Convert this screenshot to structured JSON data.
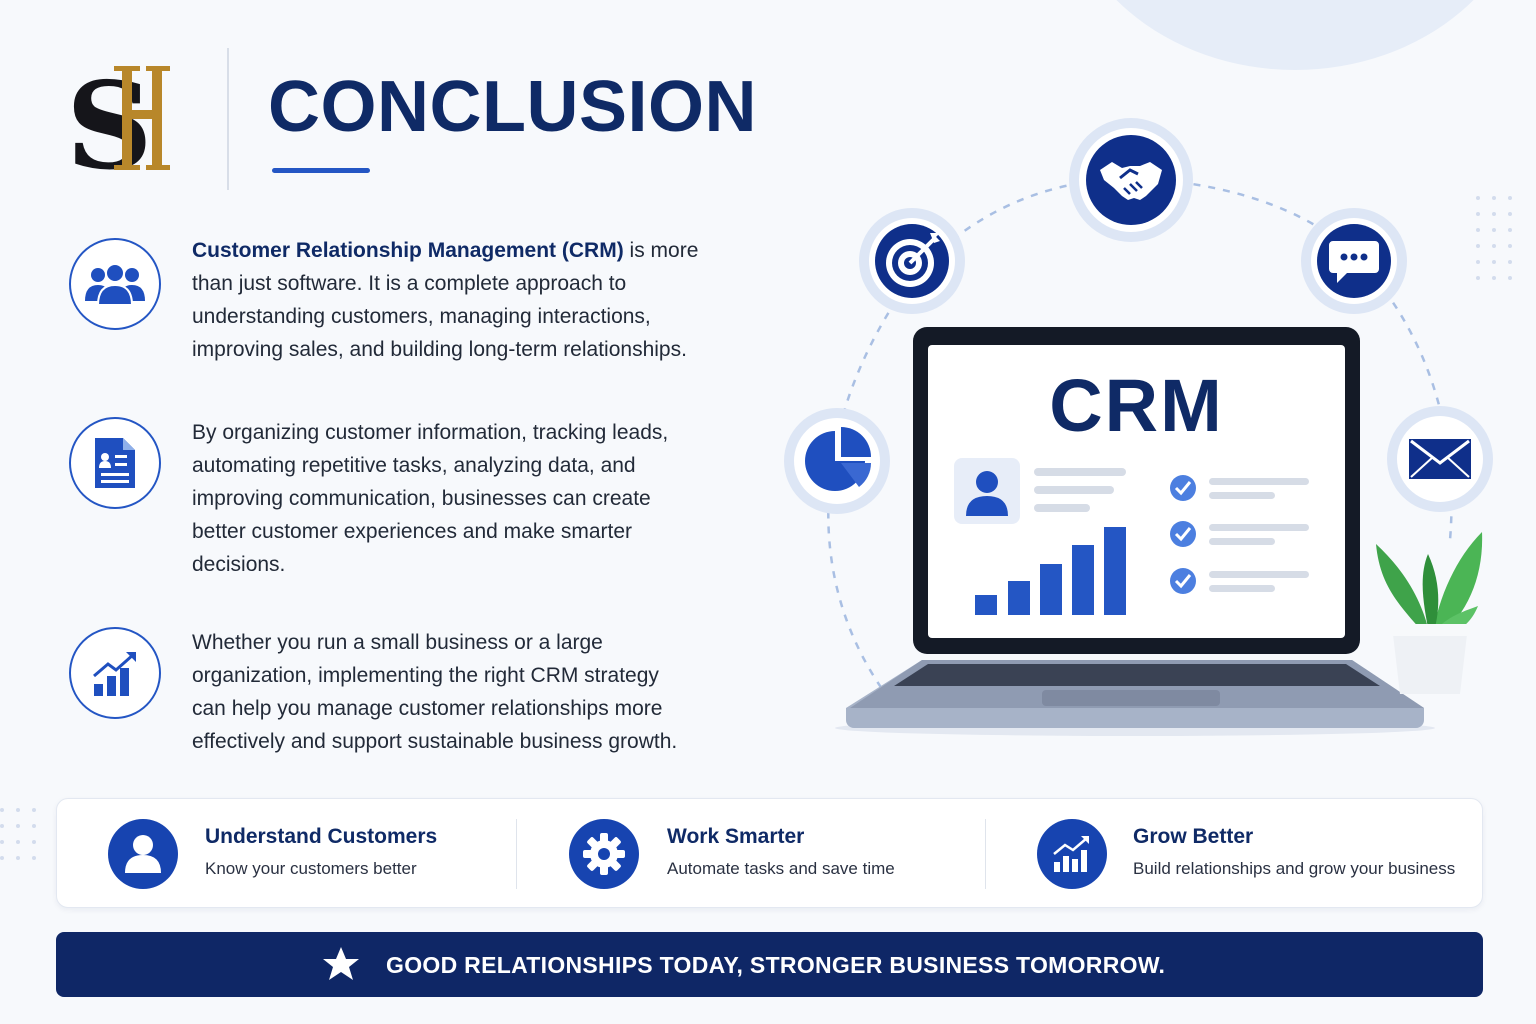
{
  "header": {
    "logo_text": "SH",
    "title": "CONCLUSION"
  },
  "paragraphs": [
    {
      "icon": "people-group-icon",
      "highlight": "Customer Relationship Management (CRM)",
      "text_line1_rest": " is more",
      "lines": [
        "than just software. It is a complete approach to",
        "understanding customers, managing interactions,",
        "improving sales, and building long-term relationships."
      ]
    },
    {
      "icon": "document-icon",
      "lines": [
        "By organizing customer information, tracking leads,",
        "automating repetitive tasks, analyzing data, and",
        "improving communication, businesses can create",
        "better customer experiences and make smarter",
        "decisions."
      ]
    },
    {
      "icon": "growth-chart-icon",
      "lines": [
        "Whether you run a small business or a large",
        "organization, implementing the right CRM strategy",
        "can help you manage customer relationships more",
        "effectively and support sustainable business growth."
      ]
    }
  ],
  "illustration": {
    "screen_title": "CRM",
    "orbit_icons": [
      "pie-chart-icon",
      "target-icon",
      "handshake-icon",
      "chat-icon",
      "mail-icon"
    ],
    "screen_widgets": [
      "user-card-icon",
      "bar-chart",
      "checklist"
    ],
    "decoration": "plant-icon"
  },
  "features": [
    {
      "icon": "user-icon",
      "title": "Understand Customers",
      "subtitle": "Know your customers better"
    },
    {
      "icon": "gear-icon",
      "title": "Work Smarter",
      "subtitle": "Automate tasks and save time"
    },
    {
      "icon": "growth-chart-icon",
      "title": "Grow Better",
      "subtitle": "Build relationships and grow your business"
    }
  ],
  "banner": {
    "icon": "star-icon",
    "text": "GOOD RELATIONSHIPS TODAY, STRONGER BUSINESS TOMORROW."
  },
  "colors": {
    "navy": "#0f2a66",
    "accent_blue": "#2456c4",
    "icon_blue": "#1744b0",
    "gold": "#b8872a",
    "banner_bg": "#0f2766"
  }
}
